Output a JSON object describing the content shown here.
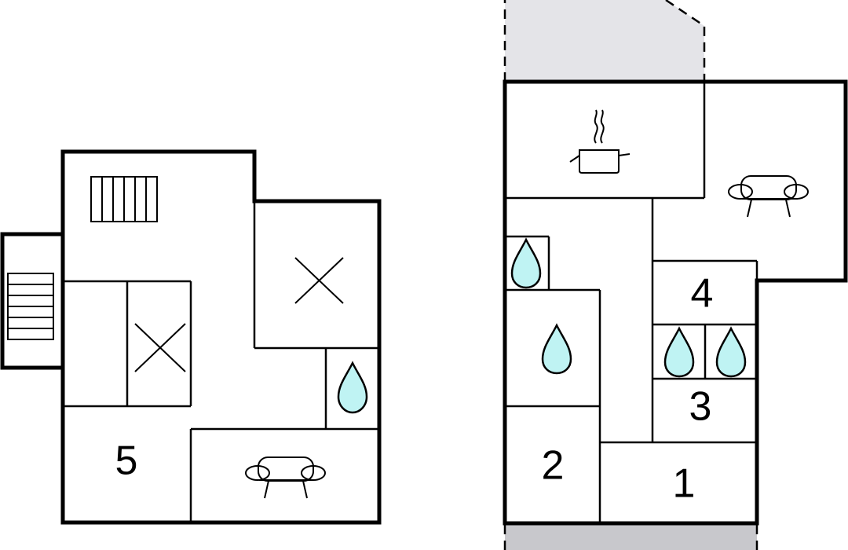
{
  "colors": {
    "wall": "#000000",
    "water_fill": "#bff3f3",
    "terrace_fill": "#e4e4e8",
    "background": "#ffffff"
  },
  "icons": [
    "stairs-icon",
    "bed-cross-icon",
    "water-drop-icon",
    "sofa-icon",
    "cooking-pot-icon"
  ],
  "left_floor": {
    "rooms": [
      {
        "id": "room-5",
        "label": "5"
      }
    ]
  },
  "right_floor": {
    "rooms": [
      {
        "id": "room-1",
        "label": "1"
      },
      {
        "id": "room-2",
        "label": "2"
      },
      {
        "id": "room-3",
        "label": "3"
      },
      {
        "id": "room-4",
        "label": "4"
      }
    ]
  }
}
